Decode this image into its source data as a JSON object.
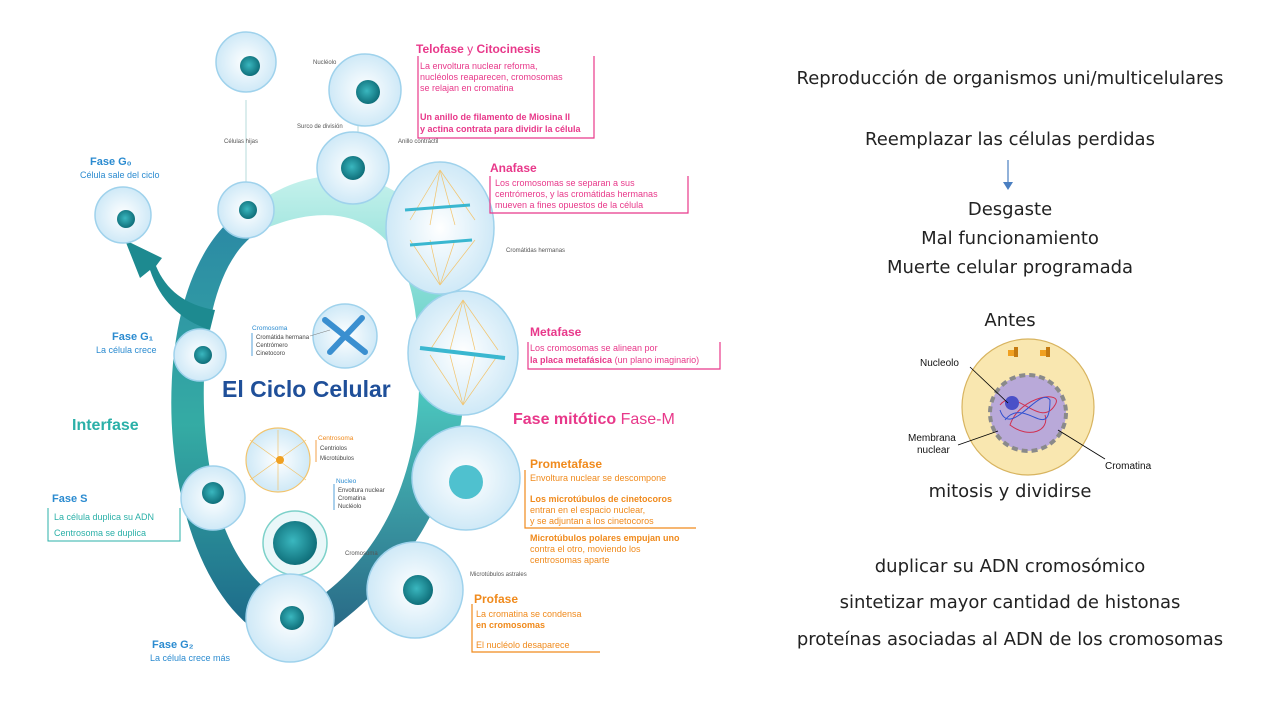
{
  "colors": {
    "telophase": "#e8388a",
    "anaphase": "#e8388a",
    "metaphase": "#e8388a",
    "mitotic": "#e8388a",
    "prometaphase": "#f08a1c",
    "prophase": "#f08a1c",
    "interphase": "#2bb0a8",
    "title": "#1f4f99",
    "ring_light": "#8fe0d8",
    "ring_dark": "#0d4f73",
    "cell_fill": "#d9effa",
    "cell_stroke": "#8cc9ea",
    "nucleus": "#1a8c96"
  },
  "diagram": {
    "title": "El Ciclo Celular",
    "interphase": "Interfase",
    "mitotic_bold": "Fase mitótico",
    "mitotic_light": "Fase-M",
    "g0": {
      "name": "Fase G₀",
      "desc": "Célula sale del ciclo"
    },
    "g1": {
      "name": "Fase G₁",
      "desc": "La célula crece"
    },
    "s": {
      "name": "Fase S",
      "desc1": "La célula duplica su ADN",
      "desc2": "Centrosoma se duplica"
    },
    "g2": {
      "name": "Fase G₂",
      "desc": "La célula crece más"
    },
    "telophase": {
      "name_bold": "Telofase",
      "name_sep": "y",
      "name_2": "Citocinesis",
      "l1": "La envoltura nuclear reforma,",
      "l2": "nucléolos reaparecen, cromosomas",
      "l3": "se relajan en cromatina",
      "l4": "Un anillo de filamento de Miosina II",
      "l5": "y actina contrata para dividir la célula"
    },
    "anaphase": {
      "name": "Anafase",
      "l1": "Los cromosomas se separan a sus",
      "l2": "centrómeros, y las cromátidas hermanas",
      "l3": "mueven a fines opuestos de la célula"
    },
    "metaphase": {
      "name": "Metafase",
      "l1": "Los cromosomas se alinean por",
      "l2": "la placa metafásica",
      "l2b": "(un plano imaginario)"
    },
    "prometaphase": {
      "name": "Prometafase",
      "l1": "Envoltura nuclear se descompone",
      "l2": "Los microtúbulos de cinetocoros",
      "l3": "entran en el espacio nuclear,",
      "l4": "y se adjuntan a los cinetocoros",
      "l5": "Microtúbulos polares empujan uno",
      "l6": "contra el otro, moviendo los",
      "l7": "centrosomas aparte"
    },
    "prophase": {
      "name": "Profase",
      "l1": "La cromatina se condensa",
      "l2": "en cromosomas",
      "l3": "El nucléolo desaparece"
    },
    "small": {
      "nucleolo": "Nucléolo",
      "surco": "Surco de división",
      "anillo": "Anillo contráctil",
      "hijas": "Células hijas",
      "cromatidas_hermanas": "Cromátidas hermanas",
      "microtubulos_astrales": "Microtúbulos astrales",
      "cromosoma_tag": "Cromosoma"
    },
    "chromosome_box": {
      "title": "Cromosoma",
      "items": [
        "Cromátida hermana",
        "Centrómero",
        "Cinetocoro"
      ]
    },
    "centrosome_box": {
      "title": "Centrosoma",
      "items": [
        "Centriolos",
        "Microtúbulos"
      ]
    },
    "nucleus_box": {
      "title": "Nucleo",
      "items": [
        "Envoltura nuclear",
        "Cromatina",
        "Nucléolo"
      ]
    }
  },
  "right": {
    "line1": "Reproducción de organismos uni/multicelulares",
    "line2": "Reemplazar las células perdidas",
    "causes": [
      "Desgaste",
      "Mal funcionamiento",
      "Muerte celular programada"
    ],
    "antes": "Antes",
    "mitosis": "mitosis y dividirse",
    "bottom": [
      "duplicar su ADN cromosómico",
      "sintetizar mayor cantidad de histonas",
      "proteínas asociadas al ADN de los cromosomas"
    ],
    "cell_labels": {
      "nucleolo": "Nucleolo",
      "membrana1": "Membrana",
      "membrana2": "nuclear",
      "cromatina": "Cromatina"
    }
  }
}
